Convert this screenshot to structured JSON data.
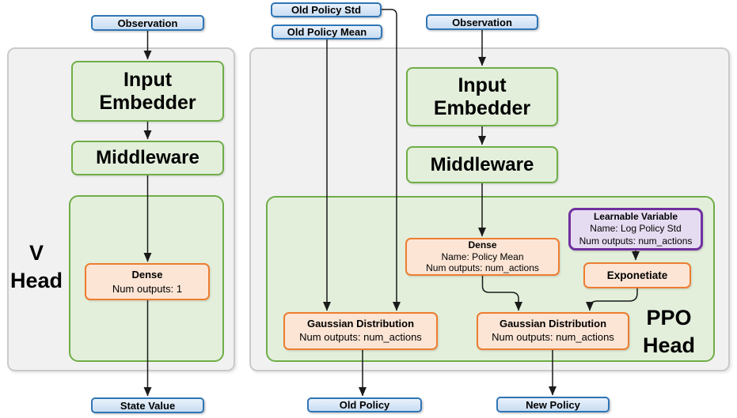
{
  "colors": {
    "blue": "#2e75b6",
    "blue_fill": "#d9e8f7",
    "green": "#70ad47",
    "green_fill": "#e3efdb",
    "orange": "#ed7d31",
    "orange_fill": "#fce5d5",
    "purple": "#7030a0",
    "purple_fill": "#e6dcf1",
    "panel_fill": "#f1f1f2",
    "panel_border": "#c9cacb",
    "edge": "#1a1a1a"
  },
  "panels": {
    "v_head": {
      "label_line1": "V",
      "label_line2": "Head"
    },
    "ppo_head": {
      "label_line1": "PPO",
      "label_line2": "Head"
    }
  },
  "nodes": {
    "observation_left": {
      "label": "Observation"
    },
    "input_embedder_left": {
      "label": "Input Embedder"
    },
    "middleware_left": {
      "label": "Middleware"
    },
    "dense_left": {
      "title": "Dense",
      "line2": "Num outputs: 1"
    },
    "state_value": {
      "label": "State Value"
    },
    "old_policy_std": {
      "label": "Old Policy Std"
    },
    "old_policy_mean": {
      "label": "Old Policy Mean"
    },
    "observation_right": {
      "label": "Observation"
    },
    "input_embedder_right": {
      "label": "Input Embedder"
    },
    "middleware_right": {
      "label": "Middleware"
    },
    "dense_policy_mean": {
      "title": "Dense",
      "line2": "Name: Policy Mean",
      "line3": "Num outputs: num_actions"
    },
    "learnable_variable": {
      "title": "Learnable Variable",
      "line2": "Name: Log Policy Std",
      "line3": "Num outputs: num_actions"
    },
    "exponetiate": {
      "label": "Exponetiate"
    },
    "gaussian_old": {
      "title": "Gaussian Distribution",
      "line2": "Num outputs: num_actions"
    },
    "gaussian_new": {
      "title": "Gaussian Distribution",
      "line2": "Num outputs: num_actions"
    },
    "old_policy": {
      "label": "Old Policy"
    },
    "new_policy": {
      "label": "New Policy"
    }
  }
}
